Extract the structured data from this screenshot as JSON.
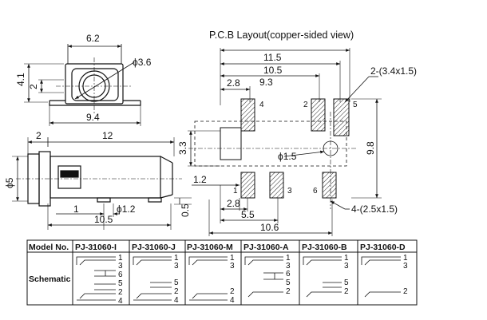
{
  "pcb_title": "P.C.B Layout(copper-sided view)",
  "dims": {
    "top_width": "6.2",
    "top_height": "4.1",
    "top_small": "2",
    "top_diameter": "ϕ3.6",
    "top_bottom_width": "9.4",
    "side_left": "2",
    "side_length": "12",
    "side_diameter": "ϕ5",
    "side_one": "1",
    "side_pin_diameter": "ϕ1.2",
    "side_total": "10.5",
    "side_vertical": "0.5",
    "pcb_11_5": "11.5",
    "pcb_10_5": "10.5",
    "pcb_9_3": "9.3",
    "pcb_2_8_top": "2.8",
    "pcb_3_3": "3.3",
    "pcb_1_5": "ϕ1.5",
    "pcb_9_8": "9.8",
    "pcb_1_2": "1.2",
    "pcb_2_8_bottom": "2.8",
    "pcb_5_5": "5.5",
    "pcb_10_6": "10.6",
    "pad_callout_top": "2-(3.4x1.5)",
    "pad_callout_bottom": "4-(2.5x1.5)",
    "pad_4": "4",
    "pad_2": "2",
    "pad_5": "5",
    "pad_3": "3",
    "pad_6": "6",
    "pad_1": "1"
  },
  "table": {
    "header_label": "Model No.",
    "row_label": "Schematic",
    "models": [
      {
        "name": "PJ-31060-I",
        "pins": [
          "1",
          "3",
          "6",
          "5",
          "2",
          "4"
        ]
      },
      {
        "name": "PJ-31060-J",
        "pins": [
          "1",
          "3",
          "5",
          "2",
          "4"
        ]
      },
      {
        "name": "PJ-31060-M",
        "pins": [
          "1",
          "3",
          "2",
          "4"
        ]
      },
      {
        "name": "PJ-31060-A",
        "pins": [
          "1",
          "3",
          "6",
          "5",
          "2"
        ]
      },
      {
        "name": "PJ-31060-B",
        "pins": [
          "1",
          "3",
          "5",
          "2"
        ]
      },
      {
        "name": "PJ-31060-D",
        "pins": [
          "1",
          "3",
          "2"
        ]
      }
    ]
  }
}
